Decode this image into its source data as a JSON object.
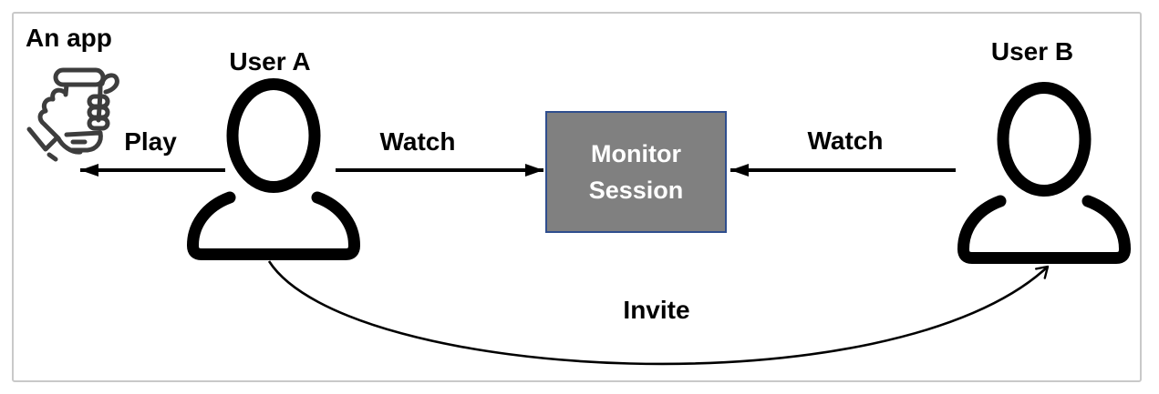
{
  "diagram": {
    "app_label": "An app",
    "user_a_label": "User A",
    "user_b_label": "User B",
    "monitor_box": {
      "line1": "Monitor",
      "line2": "Session"
    },
    "arrows": {
      "play_label": "Play",
      "watch_left_label": "Watch",
      "watch_right_label": "Watch",
      "invite_label": "Invite"
    }
  },
  "icons": {
    "app_icon": "hand-holding-phone-icon",
    "user_a_icon": "person-icon",
    "user_b_icon": "person-icon"
  },
  "colors": {
    "label_text": "#000000",
    "arrow": "#000000",
    "person_icon": "#000000",
    "phone_icon": "#3D3D3D",
    "monitor_box_fill": "#808080",
    "monitor_box_border": "#2F4E8E",
    "monitor_box_text": "#FFFFFF",
    "frame_border": "#C9C9C9",
    "background": "#FFFFFF"
  }
}
